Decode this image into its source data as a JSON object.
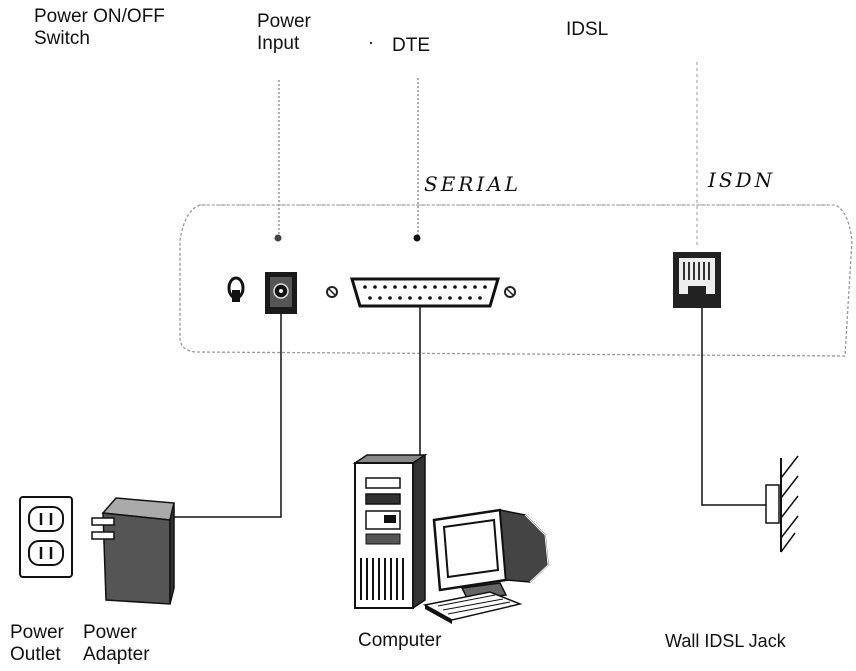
{
  "labels": {
    "power_switch": "Power ON/OFF\nSwitch",
    "power_input": "Power\nInput",
    "dte": "DTE",
    "idsl": "IDSL",
    "serial": "SERIAL",
    "isdn": "ISDN",
    "power_outlet": "Power\nOutlet",
    "power_adapter": "Power\nAdapter",
    "computer": "Computer",
    "wall_jack": "Wall IDSL Jack"
  }
}
